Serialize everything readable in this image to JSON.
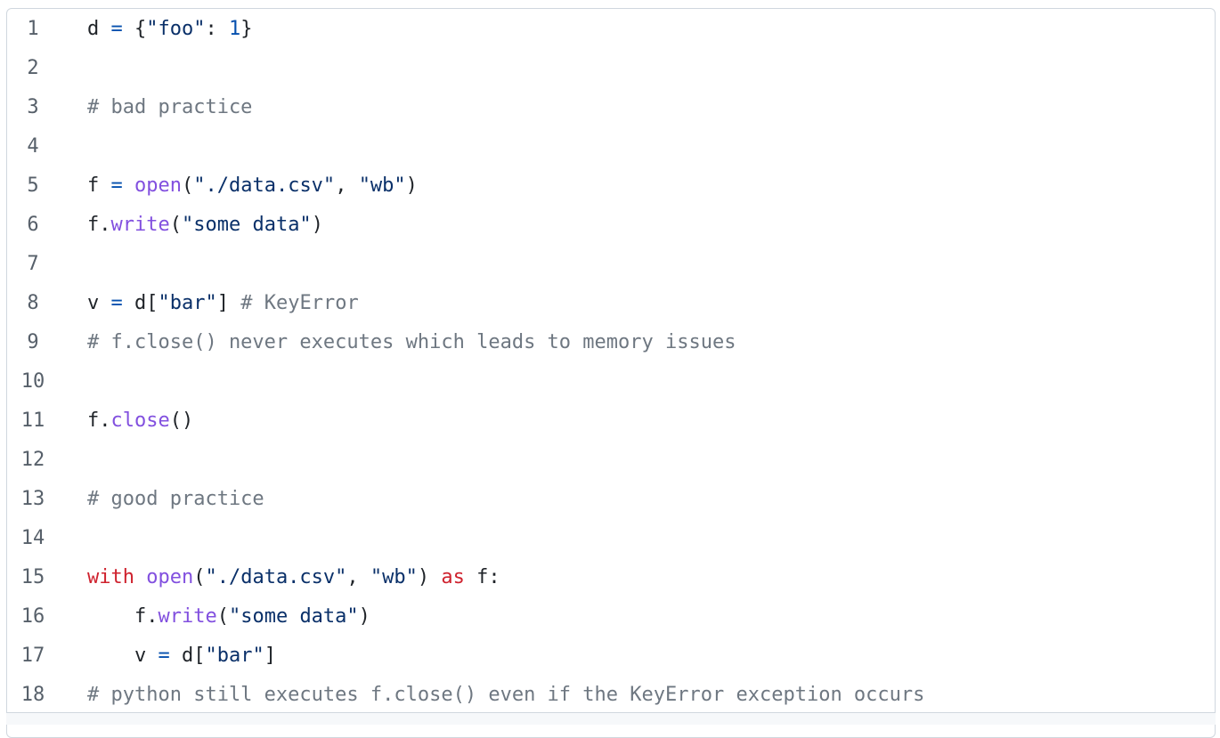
{
  "code_view": {
    "language": "python",
    "colors": {
      "keyword": "#cf222e",
      "function": "#8250df",
      "string": "#0a3069",
      "number": "#0550ae",
      "comment": "#6e7781",
      "line_number": "#57606a"
    },
    "lines": [
      {
        "number": "1",
        "tokens": [
          {
            "t": "plain",
            "v": "d "
          },
          {
            "t": "op",
            "v": "="
          },
          {
            "t": "plain",
            "v": " {"
          },
          {
            "t": "str",
            "v": "\"foo\""
          },
          {
            "t": "plain",
            "v": ": "
          },
          {
            "t": "num",
            "v": "1"
          },
          {
            "t": "plain",
            "v": "}"
          }
        ]
      },
      {
        "number": "2",
        "tokens": []
      },
      {
        "number": "3",
        "tokens": [
          {
            "t": "com",
            "v": "# bad practice"
          }
        ]
      },
      {
        "number": "4",
        "tokens": []
      },
      {
        "number": "5",
        "tokens": [
          {
            "t": "plain",
            "v": "f "
          },
          {
            "t": "op",
            "v": "="
          },
          {
            "t": "plain",
            "v": " "
          },
          {
            "t": "fn",
            "v": "open"
          },
          {
            "t": "plain",
            "v": "("
          },
          {
            "t": "str",
            "v": "\"./data.csv\""
          },
          {
            "t": "plain",
            "v": ", "
          },
          {
            "t": "str",
            "v": "\"wb\""
          },
          {
            "t": "plain",
            "v": ")"
          }
        ]
      },
      {
        "number": "6",
        "tokens": [
          {
            "t": "plain",
            "v": "f."
          },
          {
            "t": "fn",
            "v": "write"
          },
          {
            "t": "plain",
            "v": "("
          },
          {
            "t": "str",
            "v": "\"some data\""
          },
          {
            "t": "plain",
            "v": ")"
          }
        ]
      },
      {
        "number": "7",
        "tokens": []
      },
      {
        "number": "8",
        "tokens": [
          {
            "t": "plain",
            "v": "v "
          },
          {
            "t": "op",
            "v": "="
          },
          {
            "t": "plain",
            "v": " d["
          },
          {
            "t": "str",
            "v": "\"bar\""
          },
          {
            "t": "plain",
            "v": "] "
          },
          {
            "t": "com",
            "v": "# KeyError"
          }
        ]
      },
      {
        "number": "9",
        "tokens": [
          {
            "t": "com",
            "v": "# f.close() never executes which leads to memory issues"
          }
        ]
      },
      {
        "number": "10",
        "tokens": []
      },
      {
        "number": "11",
        "tokens": [
          {
            "t": "plain",
            "v": "f."
          },
          {
            "t": "fn",
            "v": "close"
          },
          {
            "t": "plain",
            "v": "()"
          }
        ]
      },
      {
        "number": "12",
        "tokens": []
      },
      {
        "number": "13",
        "tokens": [
          {
            "t": "com",
            "v": "# good practice"
          }
        ]
      },
      {
        "number": "14",
        "tokens": []
      },
      {
        "number": "15",
        "tokens": [
          {
            "t": "kw",
            "v": "with"
          },
          {
            "t": "plain",
            "v": " "
          },
          {
            "t": "fn",
            "v": "open"
          },
          {
            "t": "plain",
            "v": "("
          },
          {
            "t": "str",
            "v": "\"./data.csv\""
          },
          {
            "t": "plain",
            "v": ", "
          },
          {
            "t": "str",
            "v": "\"wb\""
          },
          {
            "t": "plain",
            "v": ") "
          },
          {
            "t": "kw",
            "v": "as"
          },
          {
            "t": "plain",
            "v": " f:"
          }
        ]
      },
      {
        "number": "16",
        "tokens": [
          {
            "t": "plain",
            "v": "    f."
          },
          {
            "t": "fn",
            "v": "write"
          },
          {
            "t": "plain",
            "v": "("
          },
          {
            "t": "str",
            "v": "\"some data\""
          },
          {
            "t": "plain",
            "v": ")"
          }
        ]
      },
      {
        "number": "17",
        "tokens": [
          {
            "t": "plain",
            "v": "    v "
          },
          {
            "t": "op",
            "v": "="
          },
          {
            "t": "plain",
            "v": " d["
          },
          {
            "t": "str",
            "v": "\"bar\""
          },
          {
            "t": "plain",
            "v": "]"
          }
        ]
      },
      {
        "number": "18",
        "tokens": [
          {
            "t": "com",
            "v": "# python still executes f.close() even if the KeyError exception occurs"
          }
        ]
      }
    ]
  }
}
